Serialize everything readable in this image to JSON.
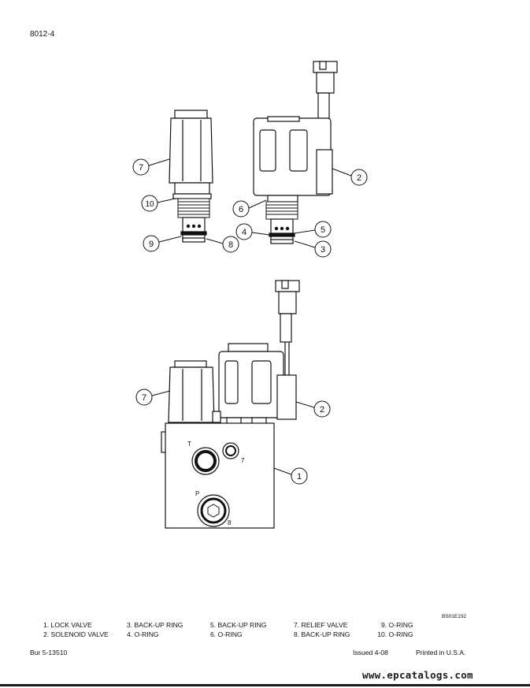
{
  "header": {
    "page_id": "8012-4"
  },
  "callouts": {
    "top": [
      "7",
      "10",
      "9",
      "8",
      "2",
      "6",
      "4",
      "5",
      "3"
    ],
    "bottom": [
      "7",
      "2",
      "1"
    ]
  },
  "block_marks": {
    "port_t": "T",
    "port_p": "P",
    "mark_7": "7",
    "mark_8": "8"
  },
  "figure_code": "BS01E192",
  "legend": [
    [
      "1. LOCK VALVE",
      "2. SOLENOID VALVE"
    ],
    [
      "3. BACK-UP RING",
      "4. O-RING"
    ],
    [
      "5. BACK-UP RING",
      "6. O-RING"
    ],
    [
      "7. RELIEF VALVE",
      "8. BACK-UP RING"
    ],
    [
      "9. O-RING",
      "10. O-RING"
    ]
  ],
  "footer": {
    "doc": "Bur 5-13510",
    "issued": "Issued 4-08",
    "printed": "Printed in U.S.A."
  },
  "watermark": "www.epcatalogs.com"
}
